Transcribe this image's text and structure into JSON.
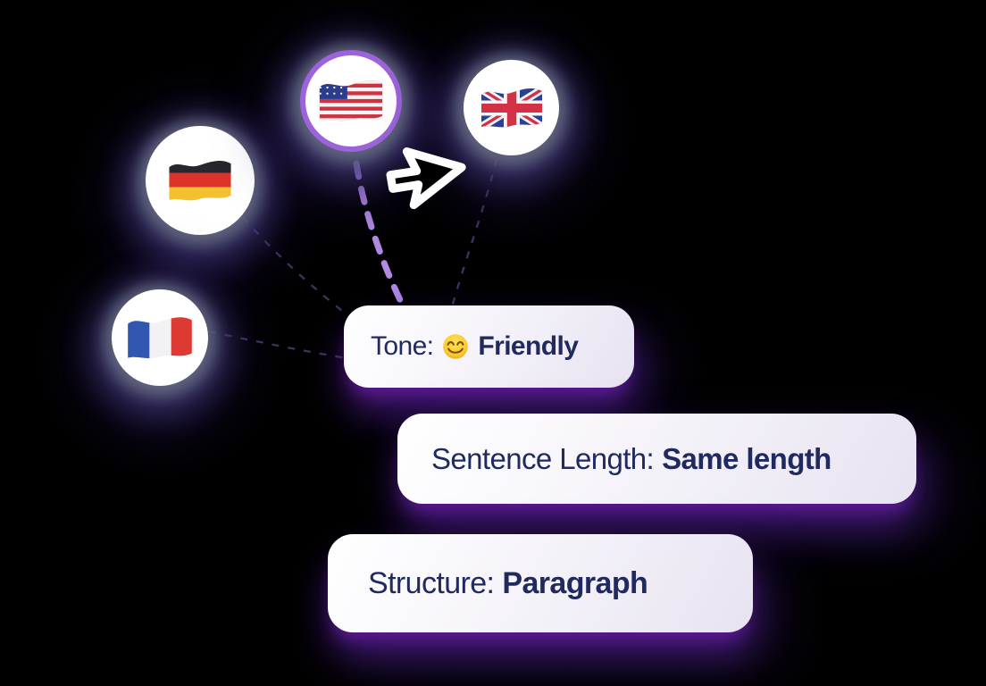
{
  "illustration": {
    "language_circles": [
      {
        "id": "germany",
        "flag": "german-flag"
      },
      {
        "id": "usa",
        "flag": "american-flag",
        "selected": true
      },
      {
        "id": "uk",
        "flag": "british-flag"
      },
      {
        "id": "france",
        "flag": "french-flag"
      }
    ],
    "settings_cards": [
      {
        "id": "tone",
        "label": "Tone:",
        "emoji": "smiling-face-with-smiling-eyes",
        "value": "Friendly"
      },
      {
        "id": "sentence-length",
        "label": "Sentence Length:",
        "value": "Same length"
      },
      {
        "id": "structure",
        "label": "Structure:",
        "value": "Paragraph"
      }
    ],
    "colors": {
      "background": "#000000",
      "selected_ring": "#9c63da",
      "active_connector": "#b28ae4",
      "connector": "#43325e",
      "card_text": "#202a5e",
      "card_shadow": "#541687"
    }
  }
}
